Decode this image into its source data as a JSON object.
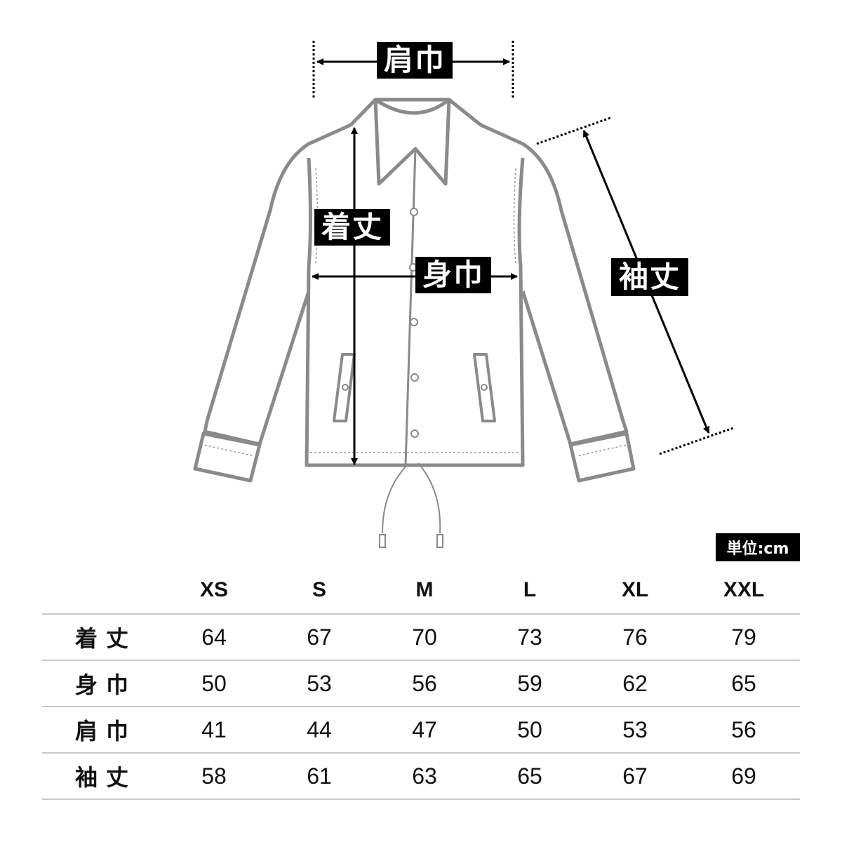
{
  "diagram": {
    "labels": {
      "shoulder": "肩巾",
      "length": "着丈",
      "body_width": "身巾",
      "sleeve": "袖丈"
    },
    "unit": "単位:cm"
  },
  "table": {
    "sizes": [
      "XS",
      "S",
      "M",
      "L",
      "XL",
      "XXL"
    ],
    "rows": [
      {
        "label": "着丈",
        "values": [
          "64",
          "67",
          "70",
          "73",
          "76",
          "79"
        ]
      },
      {
        "label": "身巾",
        "values": [
          "50",
          "53",
          "56",
          "59",
          "62",
          "65"
        ]
      },
      {
        "label": "肩巾",
        "values": [
          "41",
          "44",
          "47",
          "50",
          "53",
          "56"
        ]
      },
      {
        "label": "袖丈",
        "values": [
          "58",
          "61",
          "63",
          "65",
          "67",
          "69"
        ]
      }
    ]
  }
}
